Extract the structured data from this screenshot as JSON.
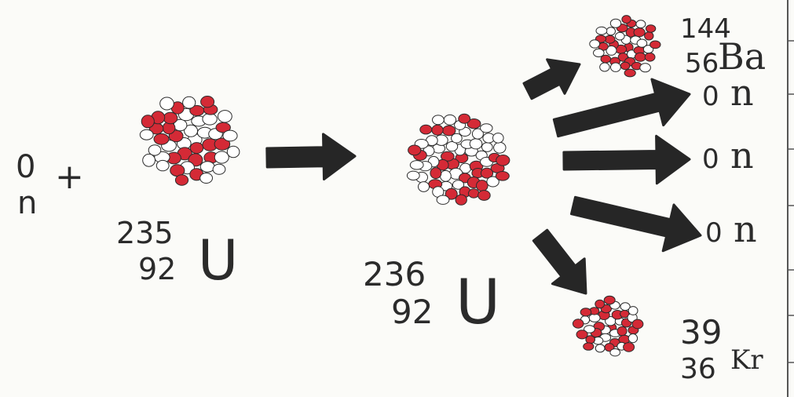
{
  "diagram": {
    "incoming_neutron": {
      "mass": "0",
      "symbol": "n",
      "plus": "+"
    },
    "reactant": {
      "mass": "235",
      "atomic": "92",
      "symbol": "U"
    },
    "intermediate": {
      "mass": "236",
      "atomic": "92",
      "symbol": "U"
    },
    "product_top": {
      "mass": "144",
      "atomic": "56",
      "symbol": "Ba"
    },
    "product_bottom": {
      "mass": "39",
      "atomic": "36",
      "symbol": "Kr"
    },
    "released_neutrons": [
      {
        "mass": "0",
        "symbol": "n"
      },
      {
        "mass": "0",
        "symbol": "n"
      },
      {
        "mass": "0",
        "symbol": "n"
      }
    ]
  },
  "colors": {
    "proton": "#d42a36",
    "neutron_fill": "#ffffff",
    "outline": "#2b2b2b",
    "arrow": "#262626",
    "paper": "#fbfbf8"
  }
}
